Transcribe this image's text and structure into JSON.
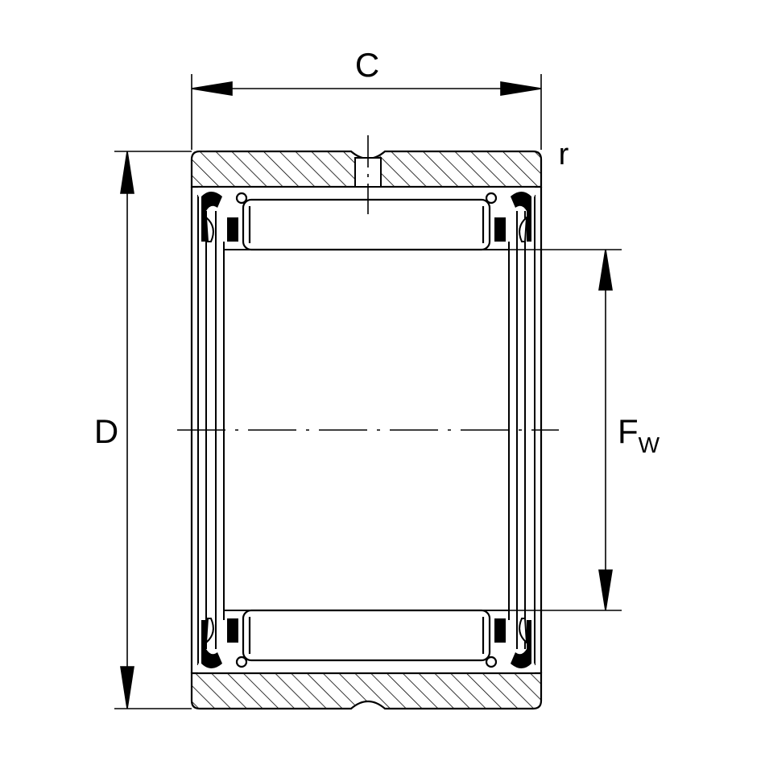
{
  "labels": {
    "width": "C",
    "radius": "r",
    "outer_diameter": "D",
    "inner_diameter_main": "F",
    "inner_diameter_sub": "W"
  },
  "colors": {
    "line": "#000000",
    "background": "#ffffff"
  }
}
